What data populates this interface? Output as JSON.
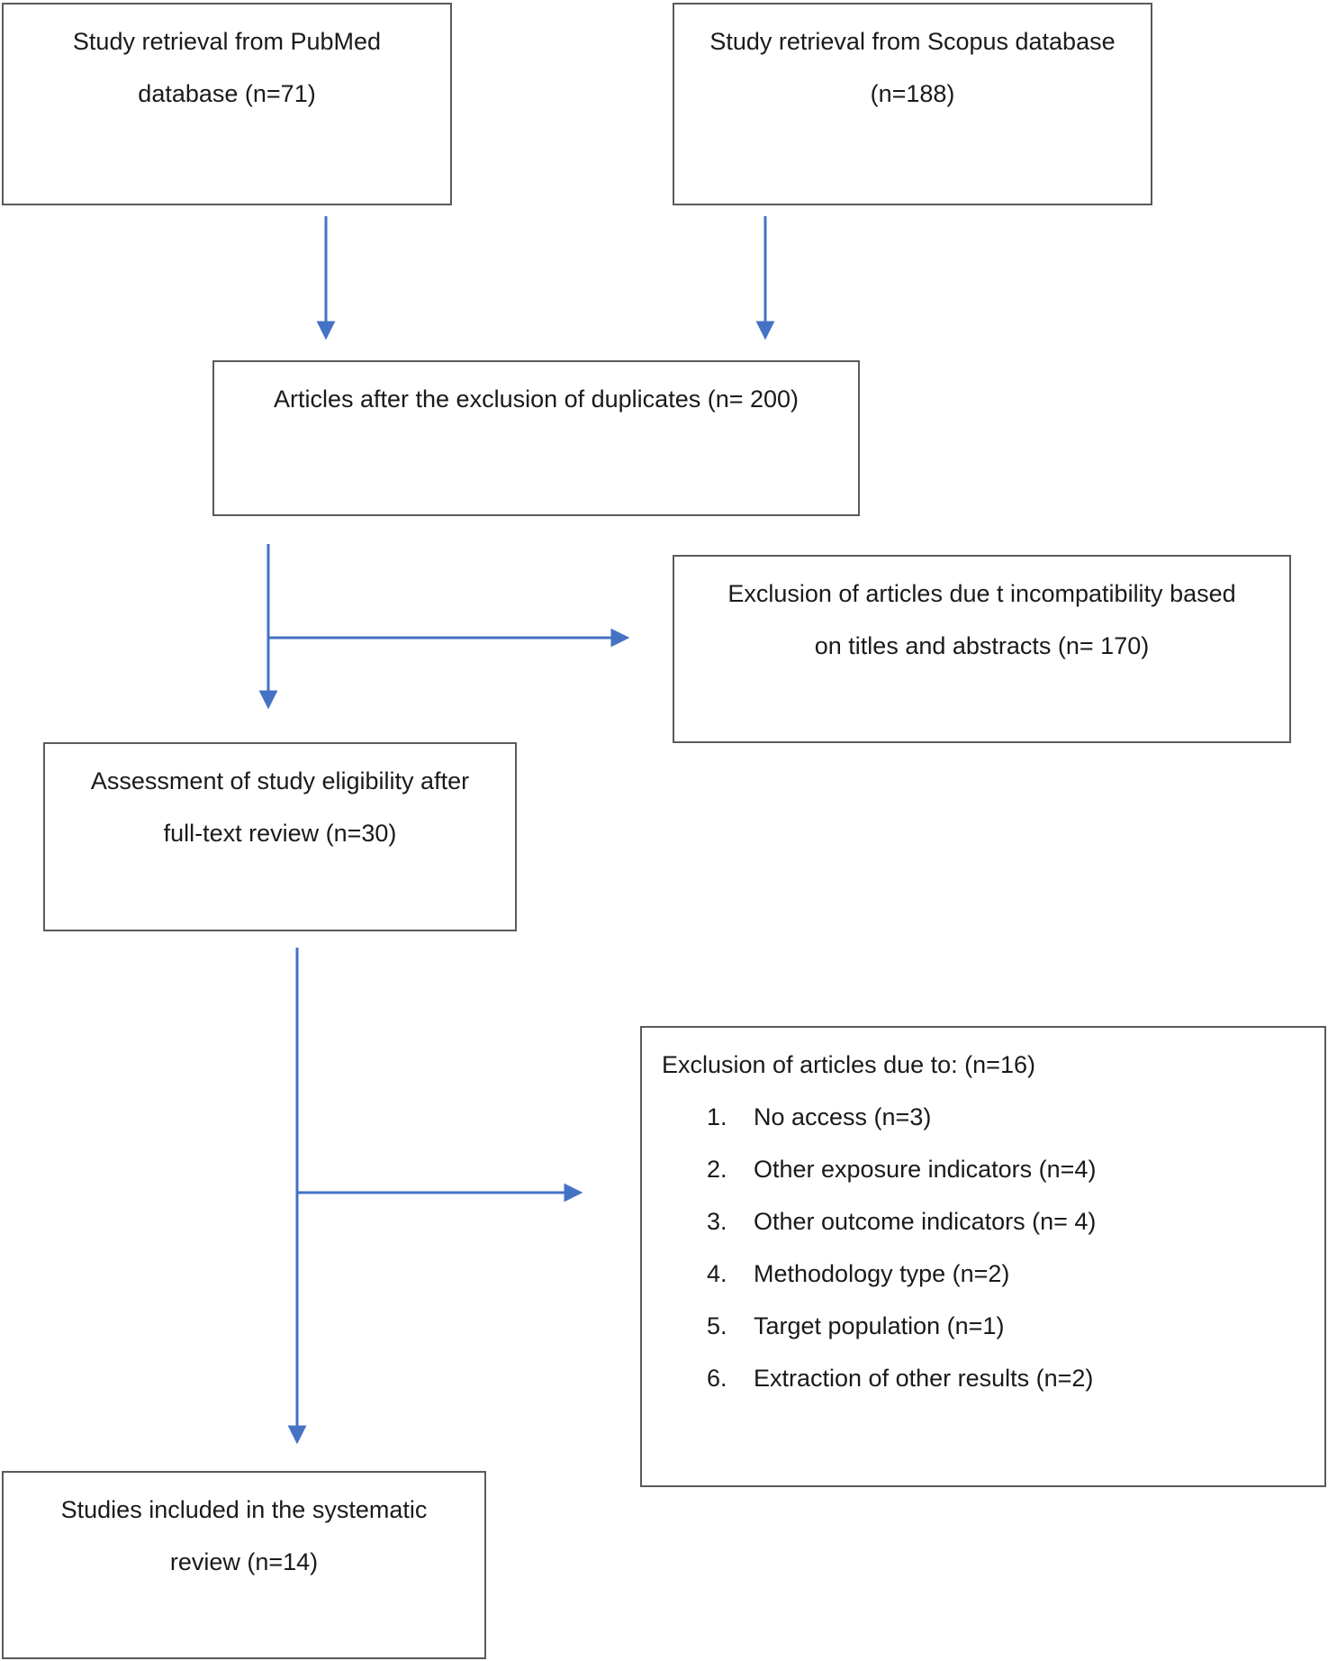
{
  "diagram": {
    "colors": {
      "arrow": "#4472C4",
      "box_border": "#5a5a5a",
      "text": "#1a1a1a",
      "background": "#ffffff"
    },
    "boxes": {
      "pubmed": {
        "line1": "Study retrieval from PubMed",
        "line2": "database (n=71)"
      },
      "scopus": {
        "line1": "Study retrieval from Scopus database",
        "line2": "(n=188)"
      },
      "after_duplicates": {
        "line1": "Articles after the exclusion of duplicates (n= 200)"
      },
      "excluded_titles": {
        "line1": "Exclusion of articles due t incompatibility based",
        "line2": "on titles and abstracts (n= 170)"
      },
      "eligibility": {
        "line1": "Assessment of study eligibility after",
        "line2": "full-text review (n=30)"
      },
      "excluded_fulltext": {
        "title": "Exclusion of articles due to: (n=16)",
        "items": [
          {
            "num": "1.",
            "text": "No access (n=3)"
          },
          {
            "num": "2.",
            "text": "Other exposure indicators (n=4)"
          },
          {
            "num": "3.",
            "text": "Other outcome indicators (n= 4)"
          },
          {
            "num": "4.",
            "text": "Methodology type (n=2)"
          },
          {
            "num": "5.",
            "text": "Target population (n=1)"
          },
          {
            "num": "6.",
            "text": "Extraction of other results (n=2)"
          }
        ]
      },
      "included": {
        "line1": "Studies included in the systematic",
        "line2": "review (n=14)"
      }
    }
  }
}
